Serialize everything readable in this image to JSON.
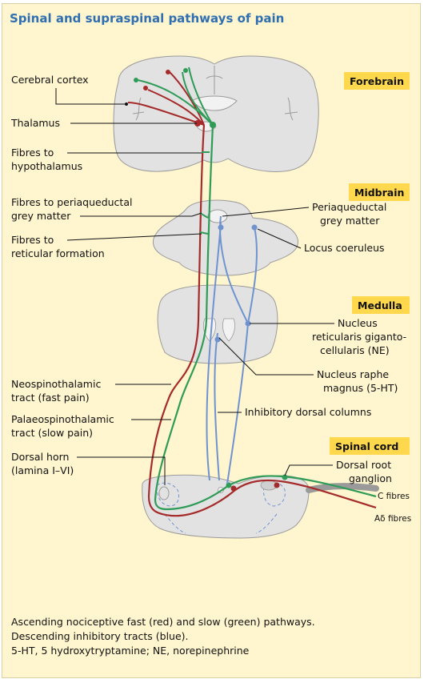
{
  "title": "Spinal and supraspinal pathways of pain",
  "regions": {
    "forebrain": "Forebrain",
    "midbrain": "Midbrain",
    "medulla": "Medulla",
    "spinal_cord": "Spinal cord"
  },
  "labels_left": {
    "cerebral_cortex": "Cerebral cortex",
    "thalamus": "Thalamus",
    "fibres_hypothalamus_1": "Fibres to",
    "fibres_hypothalamus_2": "hypothalamus",
    "fibres_pag_1": "Fibres to periaqueductal",
    "fibres_pag_2": "grey matter",
    "fibres_reticular_1": "Fibres to",
    "fibres_reticular_2": "reticular formation",
    "neospinothalamic_1": "Neospinothalamic",
    "neospinothalamic_2": "tract (fast pain)",
    "palaeospinothalamic_1": "Palaeospinothalamic",
    "palaeospinothalamic_2": "tract (slow pain)",
    "dorsal_horn_1": "Dorsal horn",
    "dorsal_horn_2": "(lamina I–VI)"
  },
  "labels_right": {
    "pag_1": "Periaqueductal",
    "pag_2": "grey matter",
    "locus_coeruleus": "Locus coeruleus",
    "nrgc_1": "Nucleus",
    "nrgc_2": "reticularis giganto-",
    "nrgc_3": "cellularis (NE)",
    "raphe_1": "Nucleus raphe",
    "raphe_2": "magnus (5-HT)",
    "inhibitory_dorsal": "Inhibitory dorsal columns",
    "drg_1": "Dorsal root",
    "drg_2": "ganglion",
    "c_fibres": "C fibres",
    "ad_fibres": "Aδ fibres"
  },
  "caption": {
    "line1": "Ascending nociceptive fast (red) and slow (green) pathways.",
    "line2": "Descending inhibitory tracts (blue).",
    "line3": "5-HT, 5 hydroxytryptamine; NE, norepinephrine"
  },
  "colors": {
    "fast_pathway": "#a52a2a",
    "slow_pathway": "#2e9b57",
    "inhibitory_pathway": "#6f93cf",
    "tissue_fill": "#e2e2e2",
    "tissue_stroke": "#9a9a9a",
    "region_highlight": "#ffd84d",
    "title": "#2f6fb0",
    "panel_bg": "#fff5cf"
  }
}
